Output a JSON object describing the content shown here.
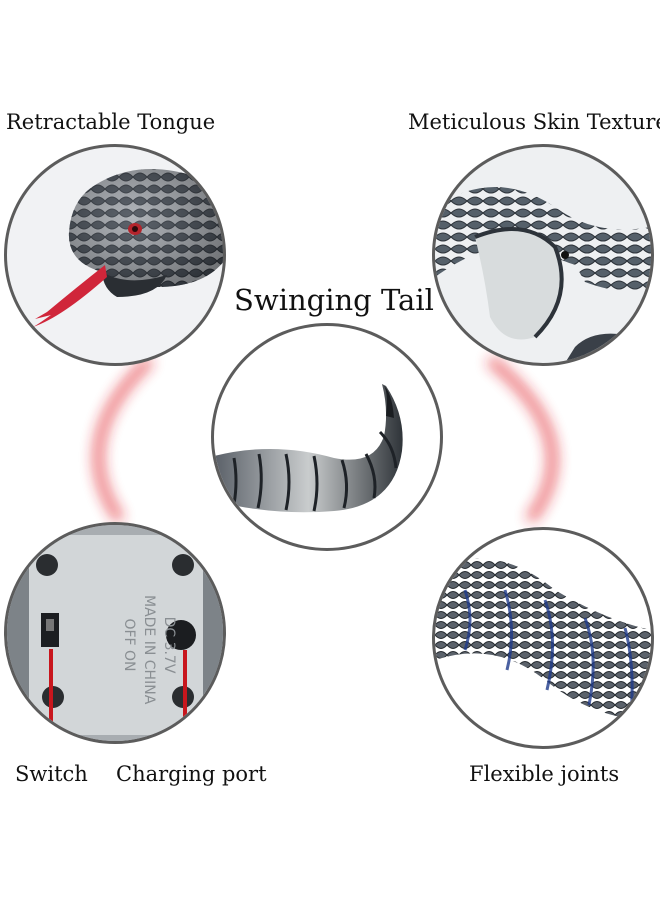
{
  "features": {
    "tongue": {
      "label": "Retractable Tongue"
    },
    "skin": {
      "label": "Meticulous Skin Texture"
    },
    "tail": {
      "label": "Swinging Tail"
    },
    "switch": {
      "label": "Switch"
    },
    "charging": {
      "label": "Charging port"
    },
    "joints": {
      "label": "Flexible joints"
    }
  },
  "product_print": {
    "line1": "DC 3.7V",
    "line2": "MADE IN CHINA",
    "line3": "OFF ON"
  },
  "colors": {
    "accent_red": "#c8161d",
    "glow_red": "#e0202a",
    "border": "#5c5c5c",
    "snake_dark": "#3d434b",
    "snake_light": "#cfd3d4"
  },
  "icons": [
    "tongue-snake-head-image",
    "cobra-skin-image",
    "rattle-tail-image",
    "battery-box-image",
    "snake-joints-image"
  ]
}
